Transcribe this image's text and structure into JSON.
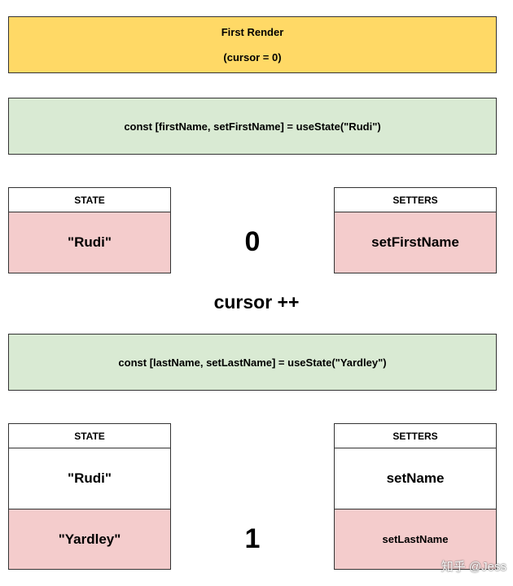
{
  "header": {
    "title": "First Render",
    "subtitle": "(cursor = 0)"
  },
  "step1": {
    "code": "const [firstName, setFirstName] = useState(\"Rudi\")",
    "state": {
      "header": "STATE",
      "values": [
        "\"Rudi\""
      ]
    },
    "setters": {
      "header": "SETTERS",
      "values": [
        "setFirstName"
      ]
    },
    "cursor_value": "0"
  },
  "cursor_increment_label": "cursor ++",
  "step2": {
    "code": "const [lastName, setLastName] = useState(\"Yardley\")",
    "state": {
      "header": "STATE",
      "values": [
        "\"Rudi\"",
        "\"Yardley\""
      ]
    },
    "setters": {
      "header": "SETTERS",
      "values": [
        "setName",
        "setLastName"
      ]
    },
    "cursor_value": "1"
  },
  "watermark": "知乎 @Jess",
  "colors": {
    "header_bg": "#ffd966",
    "code_bg": "#d9ead3",
    "active_cell_bg": "#f4cccc",
    "border": "#333333"
  }
}
